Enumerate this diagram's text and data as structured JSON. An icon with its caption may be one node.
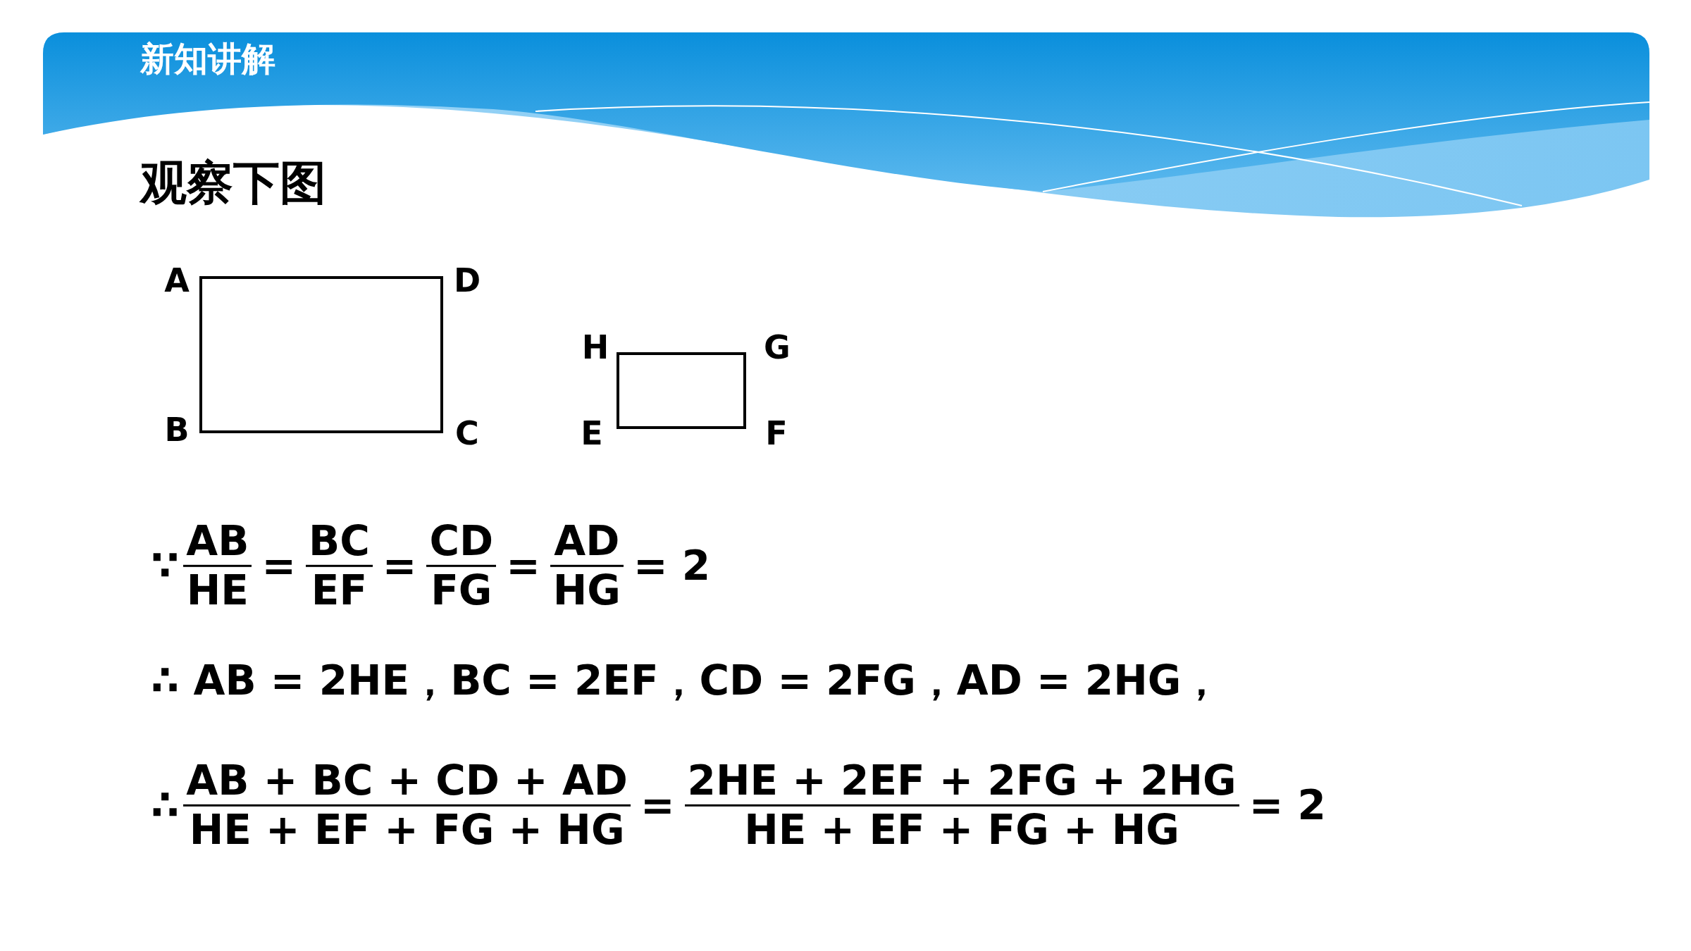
{
  "diagram": {
    "title": "新知讲解",
    "nodes": [
      {
        "text": [],
        "shape": "box",
        "beside": [
          "A",
          "D",
          "B",
          "C"
        ]
      },
      {
        "text": [],
        "shape": "box",
        "beside": [
          "H",
          "G",
          "E",
          "F"
        ]
      }
    ],
    "labels": [
      "观察下图",
      "∵",
      "AB",
      "HE",
      "=",
      "BC",
      "EF",
      "=",
      "CD",
      "FG",
      "=",
      "AD",
      "HG",
      "= 2",
      "∴ AB = 2HE，BC = 2EF，CD = 2FG，AD = 2HG，",
      "∴",
      "AB + BC + CD + AD",
      "HE + EF + FG + HG",
      "=",
      "2HE + 2EF + 2FG + 2HG",
      "HE + EF + FG + HG",
      "= 2"
    ]
  }
}
